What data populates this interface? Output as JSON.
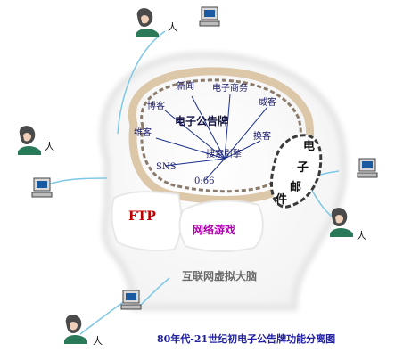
{
  "diagram": {
    "title": "80年代-21世纪初电子公告牌功能分离图",
    "region_caption": "互联网虚拟大脑",
    "center": "电子公告牌",
    "hub": "搜索引擎",
    "spokes": [
      "新闻",
      "电子商务",
      "博客",
      "威客",
      "维客",
      "换客",
      "SNS",
      "0:66"
    ],
    "email_chars": [
      "电",
      "子",
      "邮",
      "件"
    ],
    "ftp": "FTP",
    "games": "网络游戏",
    "person_label": "人",
    "colors": {
      "link": "#7ec8e6",
      "spoke": "#1a2f8a",
      "brain_inner": "#8c7a6a",
      "brain_outer": "#dcc7a8",
      "ftp": "#c00000",
      "games": "#b000b0",
      "title": "#2020a0"
    }
  }
}
